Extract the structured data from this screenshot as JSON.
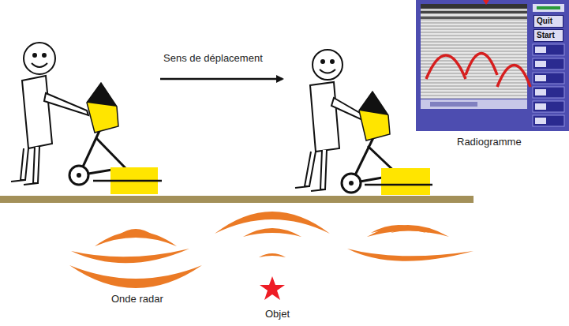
{
  "diagram": {
    "nodes": [
      {
        "text": [
          "Quit"
        ]
      },
      {
        "text": [
          "Start"
        ]
      }
    ],
    "labels": [
      "Sens de déplacement",
      "Radiogramme",
      "Onde radar",
      "Objet"
    ]
  }
}
